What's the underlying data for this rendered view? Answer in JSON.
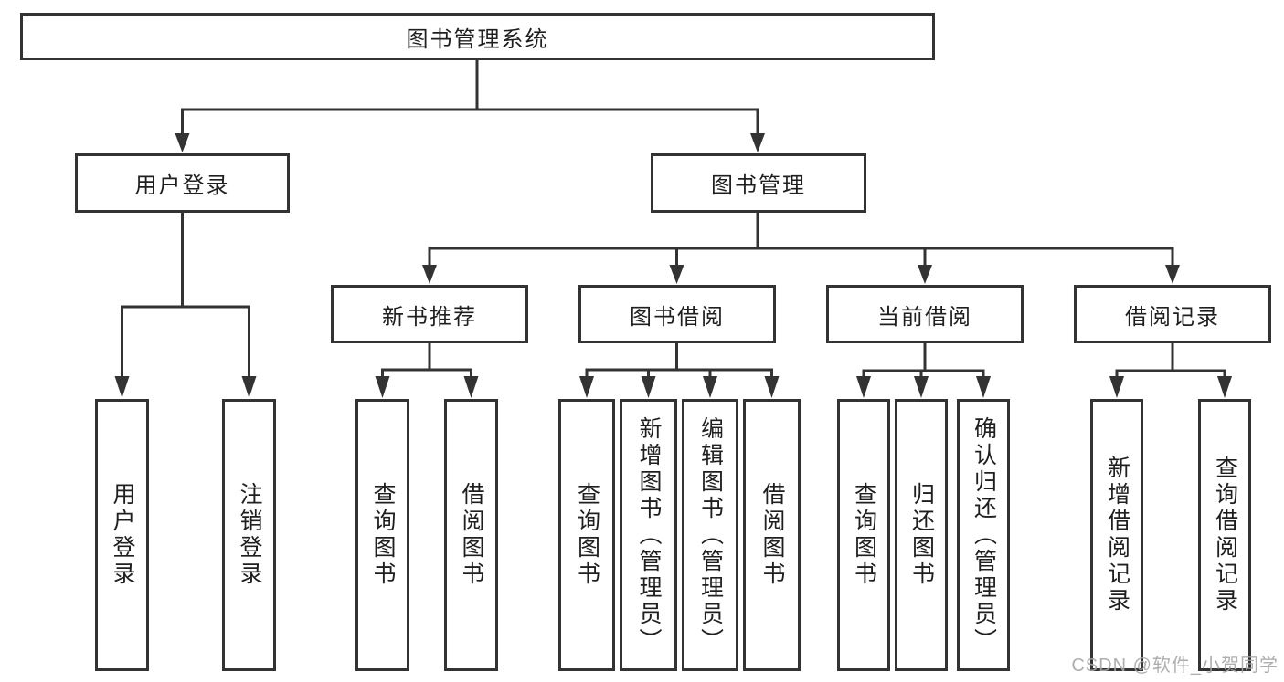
{
  "diagram": {
    "root": {
      "label": "图书管理系统"
    },
    "branches": [
      {
        "label": "用户登录",
        "children": [
          {
            "label": "用户登录"
          },
          {
            "label": "注销登录"
          }
        ]
      },
      {
        "label": "图书管理",
        "groups": [
          {
            "label": "新书推荐",
            "children": [
              {
                "label": "查询图书"
              },
              {
                "label": "借阅图书"
              }
            ]
          },
          {
            "label": "图书借阅",
            "children": [
              {
                "label": "查询图书"
              },
              {
                "label": "新增图书（管理员）"
              },
              {
                "label": "编辑图书（管理员）"
              },
              {
                "label": "借阅图书"
              }
            ]
          },
          {
            "label": "当前借阅",
            "children": [
              {
                "label": "查询图书"
              },
              {
                "label": "归还图书"
              },
              {
                "label": "确认归还（管理员）"
              }
            ]
          },
          {
            "label": "借阅记录",
            "children": [
              {
                "label": "新增借阅记录"
              },
              {
                "label": "查询借阅记录"
              }
            ]
          }
        ]
      }
    ]
  },
  "watermark": {
    "text": "CSDN @软件_小贺同学"
  },
  "colors": {
    "line": "#333333",
    "text": "#1f1f1f",
    "background": "#ffffff",
    "watermark": "#a6a6a6"
  }
}
